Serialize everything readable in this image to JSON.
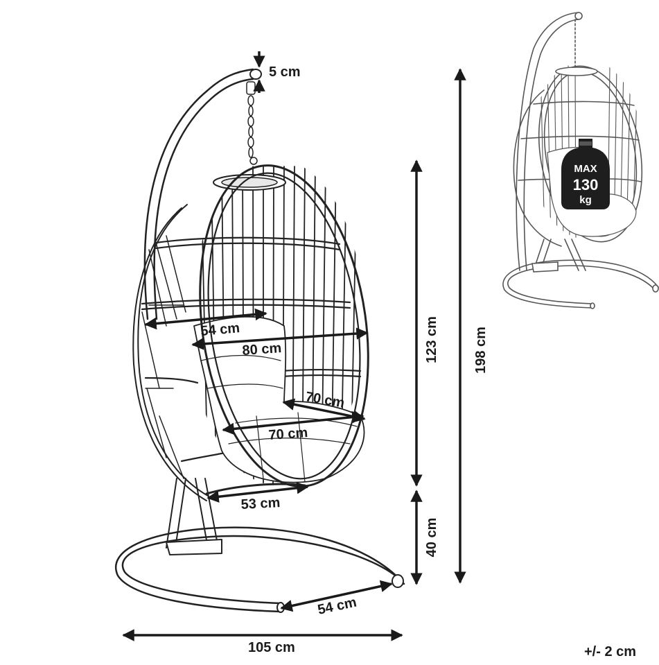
{
  "diagram": {
    "dimensions": {
      "chain_gap": "5 cm",
      "total_height": "198 cm",
      "chair_height": "123 cm",
      "seat_height": "40 cm",
      "inner_width": "54 cm",
      "outer_width": "80 cm",
      "seat_depth": "70 cm",
      "seat_width": "70 cm",
      "bottom_width": "53 cm",
      "base_depth": "54 cm",
      "base_width": "105 cm"
    },
    "weight_badge": {
      "label_top": "MAX",
      "value": "130",
      "unit": "kg"
    },
    "tolerance": "+/- 2 cm"
  }
}
